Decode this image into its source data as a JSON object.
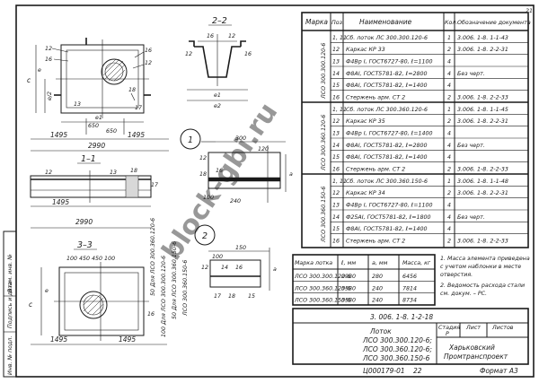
{
  "sheet": {
    "page_number": "21",
    "watermark": "block-gbi.ru"
  },
  "sections": {
    "s22": "2–2",
    "s11": "1–1",
    "s33": "3–3",
    "node1": "1",
    "node2": "2"
  },
  "plan_dims": {
    "c": "c",
    "e": "e",
    "e2": "e/2",
    "e1": "e1",
    "d12a": "12",
    "d12b": "12",
    "d16a": "16",
    "d16b": "16",
    "d17": "17",
    "d13": "13",
    "d18": "18",
    "d650a": "650",
    "d650b": "650",
    "d1495a": "1495",
    "d1495b": "1495",
    "d2990": "2990"
  },
  "s22_dims": {
    "d16": "16",
    "d12a": "12",
    "d12b": "12",
    "d16b": "16",
    "e1": "e1",
    "e2": "e2"
  },
  "node1_dims": {
    "d300": "300",
    "d120": "120",
    "d12": "12",
    "d18": "18",
    "d16": "16",
    "d100": "100",
    "d240": "240",
    "a": "a"
  },
  "s11_dims": {
    "d12": "12",
    "d18": "18",
    "d13": "13",
    "d17": "17",
    "d1495": "1495",
    "d2990": "2990"
  },
  "node2_dims": {
    "d150": "150",
    "d100": "100",
    "d12": "12",
    "d14": "14",
    "d16": "16",
    "d17": "17",
    "d18": "18",
    "d15": "15",
    "a": "a"
  },
  "s33_dims": {
    "top": "100 450 450 100",
    "c": "c",
    "e": "e",
    "d16": "16",
    "d1495a": "1495",
    "d1495b": "1495"
  },
  "vertical_notes": [
    "50 Для ЛСО 300.360.120-6",
    "100 Для ЛСО 300.300.120-6",
    "50 Для ЛСО 300.360.150-6",
    "ЛСО 300.360.150-6"
  ],
  "spec": {
    "headers": {
      "mark": "Марка",
      "pos": "Поз.",
      "name": "Наименование",
      "qty": "Кол.",
      "doc": "Обозначение документа"
    },
    "groups": [
      {
        "mark": "ЛСО 300.300.120-6",
        "rows": [
          {
            "pos": "1, 11",
            "name": "Сб. лоток ЛС 300.300.120-6",
            "qty": "1",
            "doc": "3.006. 1-8. 1-1-43"
          },
          {
            "pos": "12",
            "name": "Каркас КР 33",
            "qty": "2",
            "doc": "3.006. 1-8. 2-2-31"
          },
          {
            "pos": "13",
            "name": "Ф4Вр I, ГОСТ6727-80, ℓ=1100",
            "qty": "4",
            "doc": ""
          },
          {
            "pos": "14",
            "name": "Ф8АI, ГОСТ5781-82, ℓ=2800",
            "qty": "4",
            "doc": "Без черт."
          },
          {
            "pos": "15",
            "name": "Ф8АI, ГОСТ5781-82, ℓ=1400",
            "qty": "4",
            "doc": ""
          },
          {
            "pos": "16",
            "name": "Стержень арм. СТ 2",
            "qty": "2",
            "doc": "3.006. 1-8. 2-2-33"
          }
        ]
      },
      {
        "mark": "ЛСО 300.360.120-6",
        "rows": [
          {
            "pos": "1, 11",
            "name": "Сб. лоток ЛС 300.360.120-6",
            "qty": "1",
            "doc": "3.006. 1-8. 1-1-45"
          },
          {
            "pos": "12",
            "name": "Каркас КР 35",
            "qty": "2",
            "doc": "3.006. 1-8. 2-2-31"
          },
          {
            "pos": "13",
            "name": "Ф4Вр I, ГОСТ6727-80, ℓ=1400",
            "qty": "4",
            "doc": ""
          },
          {
            "pos": "14",
            "name": "Ф8АI, ГОСТ5781-82, ℓ=2800",
            "qty": "4",
            "doc": "Без черт."
          },
          {
            "pos": "15",
            "name": "Ф8АI, ГОСТ5781-82, ℓ=1400",
            "qty": "4",
            "doc": ""
          },
          {
            "pos": "16",
            "name": "Стержень арм. СТ 2",
            "qty": "2",
            "doc": "3.006. 1-8. 2-2-33"
          }
        ]
      },
      {
        "mark": "ЛСО 300.360.150-6",
        "rows": [
          {
            "pos": "1, 11",
            "name": "Сб. лоток ЛС 300.360.150-6",
            "qty": "1",
            "doc": "3.006. 1-8. 1-1-48"
          },
          {
            "pos": "12",
            "name": "Каркас КР 34",
            "qty": "2",
            "doc": "3.006. 1-8. 2-2-31"
          },
          {
            "pos": "13",
            "name": "Ф4Вр I, ГОСТ6727-80, ℓ=1100",
            "qty": "4",
            "doc": ""
          },
          {
            "pos": "14",
            "name": "Ф25АI, ГОСТ5781-82, ℓ=1800",
            "qty": "4",
            "doc": "Без черт."
          },
          {
            "pos": "15",
            "name": "Ф8АI, ГОСТ5781-82, ℓ=1400",
            "qty": "4",
            "doc": ""
          },
          {
            "pos": "16",
            "name": "Стержень арм. СТ 2",
            "qty": "2",
            "doc": "3.006. 1-8. 2-2-33"
          }
        ]
      }
    ]
  },
  "dims_table": {
    "headers": [
      "Марка лотка",
      "ℓ, мм",
      "а, мм",
      "Масса, кг"
    ],
    "rows": [
      [
        "ЛСО 300.300.120-6",
        "2980",
        "280",
        "6456"
      ],
      [
        "ЛСО 300.360.120-6",
        "3580",
        "240",
        "7814"
      ],
      [
        "ЛСО 300.360.150-6",
        "3580",
        "240",
        "8734"
      ]
    ]
  },
  "notes": [
    "1. Масса элемента приведена",
    "с учетом наблонки в месте",
    "отверстия.",
    "2. Ведомость расхода стали",
    "см. докум. – РС."
  ],
  "title_block": {
    "doc_code": "3. 006. 1-8. 1-2-18",
    "item_title": "Лоток",
    "items": [
      "ЛСО 300.300.120-6;",
      "ЛСО 300.360.120-6;",
      "ЛСО 300.360.150-6"
    ],
    "stage_label": "Стадия",
    "sheet_label": "Лист",
    "sheets_label": "Листов",
    "stage": "Р",
    "org": [
      "Харьковский",
      "Промтранспроект"
    ],
    "archive_no": "Ц000179-01",
    "page": "22",
    "format": "Формат А3"
  },
  "side_stamp": [
    "Инв. № подл.",
    "Подпись и дата",
    "Взам. инв. №"
  ]
}
